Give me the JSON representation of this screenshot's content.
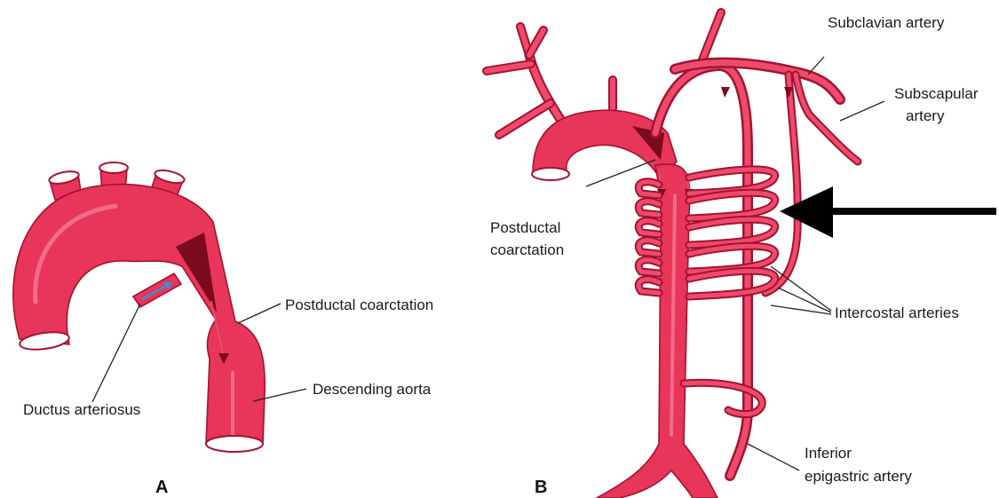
{
  "panels": {
    "a": {
      "panel_label": "A",
      "labels": {
        "postductal": "Postductal coarctation",
        "ductus": "Ductus arteriosus",
        "descending": "Descending aorta"
      }
    },
    "b": {
      "panel_label": "B",
      "labels": {
        "subclavian": "Subclavian artery",
        "subscapular_1": "Subscapular",
        "subscapular_2": "artery",
        "postductal_1": "Postductal",
        "postductal_2": "coarctation",
        "intercostal": "Intercostal arteries",
        "inferior_1": "Inferior",
        "inferior_2": "epigastric artery"
      }
    }
  },
  "colors": {
    "vessel": "#e8355a",
    "vessel_outline": "#a3132e",
    "ductus_flow_arrow": "#3a8fd8",
    "pointer_arrow": "#000000"
  }
}
